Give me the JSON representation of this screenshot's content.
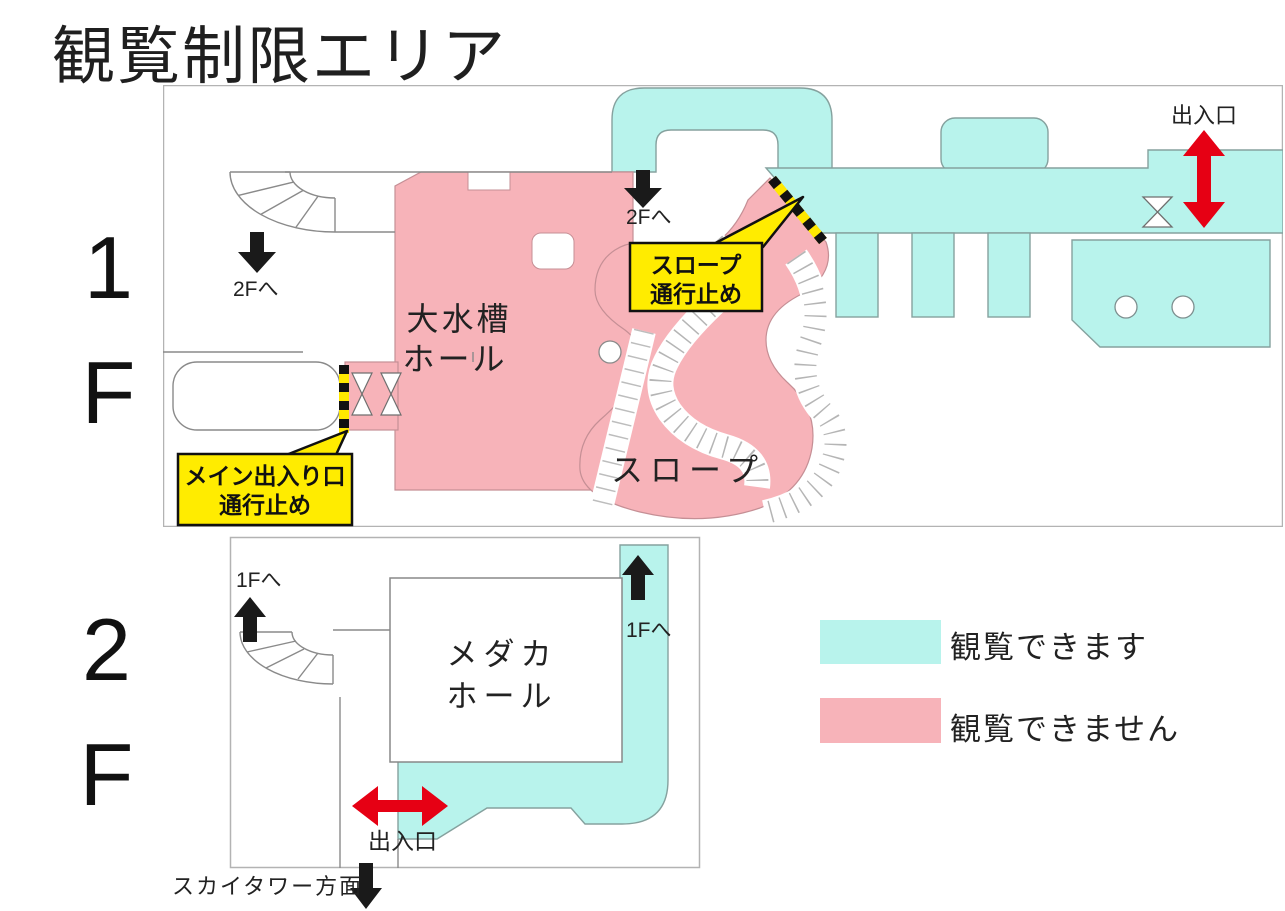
{
  "title": "観覧制限エリア",
  "colors": {
    "viewable_cyan": "#b8f3ec",
    "restricted_pink": "#f7b3b9",
    "callout_yellow": "#ffec00",
    "arrow_red": "#e60014",
    "arrow_black": "#1a1a1a"
  },
  "floor1": {
    "label": "1F",
    "rooms": {
      "large_tank_hall_line1": "大水槽",
      "large_tank_hall_line2": "ホール",
      "slope": "スロープ"
    },
    "annotations": {
      "to_2f_left": "2Fへ",
      "to_2f_top": "2Fへ",
      "entrance": "出入口",
      "callout_slope_line1": "スロープ",
      "callout_slope_line2": "通行止め",
      "callout_main_line1": "メイン出入り口",
      "callout_main_line2": "通行止め"
    }
  },
  "floor2": {
    "label": "2F",
    "rooms": {
      "medaka_hall_line1": "メダカ",
      "medaka_hall_line2": "ホール"
    },
    "annotations": {
      "to_1f_left": "1Fへ",
      "to_1f_right": "1Fへ",
      "entrance": "出入口",
      "sky_tower": "スカイタワー方面"
    }
  },
  "legend": {
    "viewable": "観覧できます",
    "restricted": "観覧できません"
  }
}
